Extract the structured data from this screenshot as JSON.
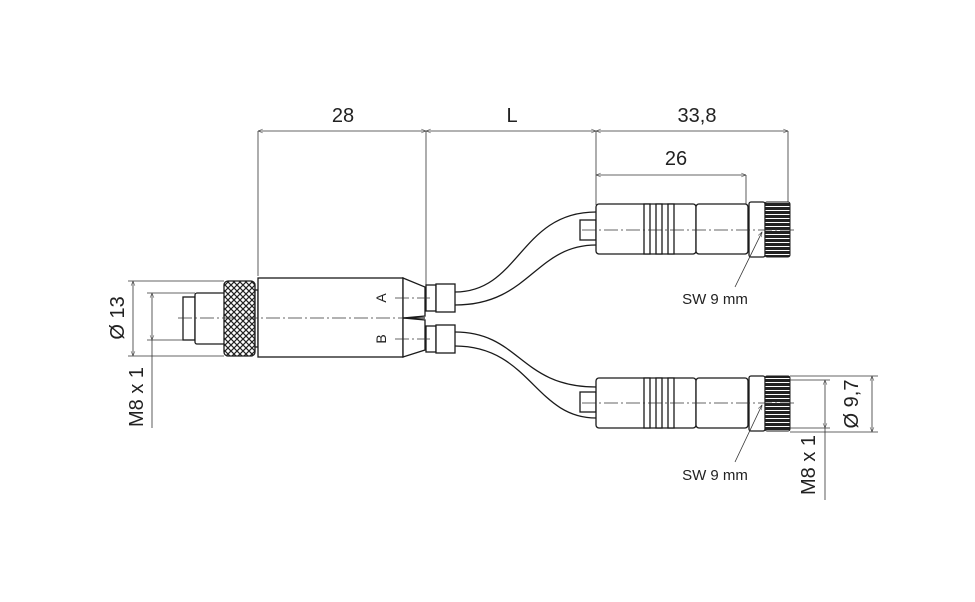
{
  "dimensions": {
    "body_length": "28",
    "cable_length": "L",
    "connector_length": "33,8",
    "connector_body_length": "26",
    "plug_diameter": "Ø 13",
    "plug_thread": "M8 x 1",
    "socket_diameter": "Ø 9,7",
    "socket_thread": "M8 x 1"
  },
  "labels": {
    "branch_a": "A",
    "branch_b": "B",
    "wrench_size_top": "SW 9 mm",
    "wrench_size_bottom": "SW 9 mm"
  }
}
